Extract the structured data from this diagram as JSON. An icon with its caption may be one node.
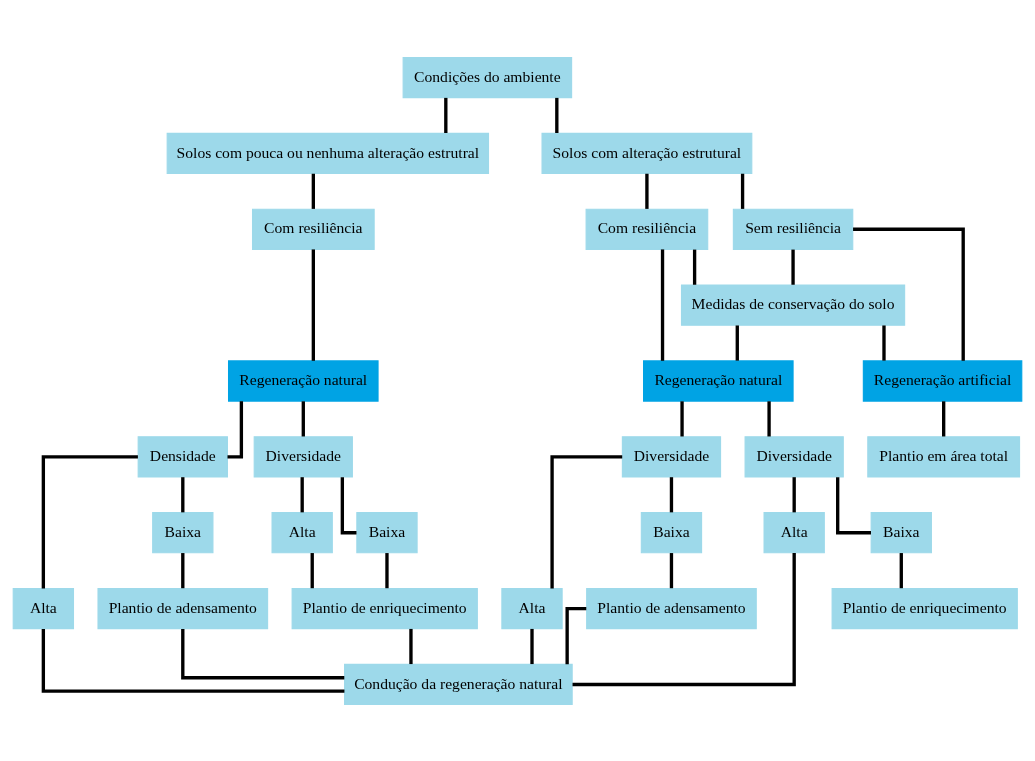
{
  "diagram": {
    "nodes": [
      {
        "text": [
          "Condições do ambiente"
        ]
      },
      {
        "text": [
          "Solos com pouca ou nenhuma alteração estrutral"
        ]
      },
      {
        "text": [
          "Com resiliência"
        ]
      },
      {
        "text": [
          "Regeneração natural"
        ]
      },
      {
        "text": [
          "Densidade"
        ]
      },
      {
        "text": [
          "Diversidade"
        ]
      },
      {
        "text": [
          "Alta"
        ]
      },
      {
        "text": [
          "Baixa"
        ]
      },
      {
        "text": [
          "Alta"
        ]
      },
      {
        "text": [
          "Baixa"
        ]
      },
      {
        "text": [
          "Plantio de adensamento"
        ]
      },
      {
        "text": [
          "Plantio de enriquecimento"
        ]
      },
      {
        "text": [
          "Condução da regeneração natural"
        ]
      },
      {
        "text": [
          "Solos com alteração estrutural"
        ]
      },
      {
        "text": [
          "Com resiliência"
        ]
      },
      {
        "text": [
          "Sem resiliência"
        ]
      },
      {
        "text": [
          "Medidas de conservação do solo"
        ]
      },
      {
        "text": [
          "Regeneração natural"
        ]
      },
      {
        "text": [
          "Regeneração artificial"
        ]
      },
      {
        "text": [
          "Plantio em área total"
        ]
      },
      {
        "text": [
          "Diversidade"
        ]
      },
      {
        "text": [
          "Alta"
        ]
      },
      {
        "text": [
          "Baixa"
        ]
      },
      {
        "text": [
          "Plantio de adensamento"
        ]
      },
      {
        "text": [
          "Diversidade"
        ]
      },
      {
        "text": [
          "Alta"
        ]
      },
      {
        "text": [
          "Baixa"
        ]
      },
      {
        "text": [
          "Plantio de enriquecimento"
        ]
      }
    ],
    "edges": [
      {
        "from": 0,
        "to": 1,
        "arrow": "none"
      },
      {
        "from": 0,
        "to": 13,
        "arrow": "none"
      },
      {
        "from": 1,
        "to": 2,
        "arrow": "none"
      },
      {
        "from": 2,
        "to": 3,
        "arrow": "none"
      },
      {
        "from": 3,
        "to": 4,
        "arrow": "none"
      },
      {
        "from": 3,
        "to": 5,
        "arrow": "none"
      },
      {
        "from": 4,
        "to": 6,
        "arrow": "none"
      },
      {
        "from": 4,
        "to": 7,
        "arrow": "none"
      },
      {
        "from": 5,
        "to": 8,
        "arrow": "none"
      },
      {
        "from": 5,
        "to": 9,
        "arrow": "none"
      },
      {
        "from": 7,
        "to": 10,
        "arrow": "none"
      },
      {
        "from": 9,
        "to": 11,
        "arrow": "none"
      },
      {
        "from": 8,
        "to": 11,
        "arrow": "none"
      },
      {
        "from": 6,
        "to": 12,
        "arrow": "none"
      },
      {
        "from": 10,
        "to": 12,
        "arrow": "none"
      },
      {
        "from": 11,
        "to": 12,
        "arrow": "none"
      },
      {
        "from": 13,
        "to": 14,
        "arrow": "none"
      },
      {
        "from": 13,
        "to": 15,
        "arrow": "none"
      },
      {
        "from": 14,
        "to": 16,
        "arrow": "none"
      },
      {
        "from": 15,
        "to": 16,
        "arrow": "none"
      },
      {
        "from": 14,
        "to": 17,
        "arrow": "none"
      },
      {
        "from": 15,
        "to": 18,
        "arrow": "none"
      },
      {
        "from": 16,
        "to": 17,
        "arrow": "none"
      },
      {
        "from": 16,
        "to": 18,
        "arrow": "none"
      },
      {
        "from": 18,
        "to": 19,
        "arrow": "none"
      },
      {
        "from": 17,
        "to": 20,
        "arrow": "none"
      },
      {
        "from": 17,
        "to": 24,
        "arrow": "none"
      },
      {
        "from": 20,
        "to": 21,
        "arrow": "none"
      },
      {
        "from": 20,
        "to": 22,
        "arrow": "none"
      },
      {
        "from": 22,
        "to": 23,
        "arrow": "none"
      },
      {
        "from": 24,
        "to": 25,
        "arrow": "none"
      },
      {
        "from": 24,
        "to": 26,
        "arrow": "none"
      },
      {
        "from": 26,
        "to": 27,
        "arrow": "none"
      },
      {
        "from": 21,
        "to": 12,
        "arrow": "none"
      },
      {
        "from": 23,
        "to": 12,
        "arrow": "none"
      },
      {
        "from": 25,
        "to": 12,
        "arrow": "none"
      }
    ]
  }
}
